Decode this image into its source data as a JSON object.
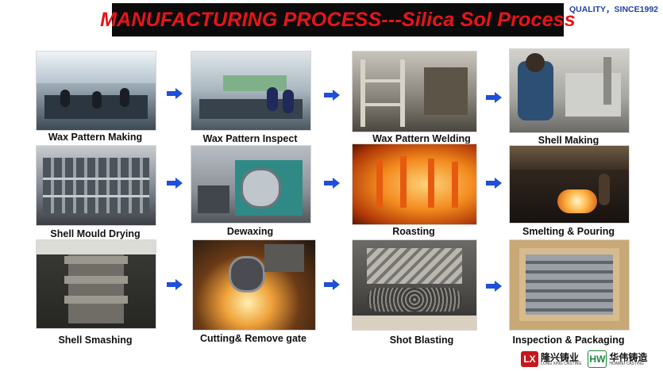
{
  "header": {
    "title": "MANUFACTURING PROCESS---Silica Sol Process",
    "quality": "QUALITY，SINCE1992"
  },
  "colors": {
    "banner_bg": "#0b0b0b",
    "title": "#e8141a",
    "quality": "#1f3fa8",
    "arrow": "#1f4fd8"
  },
  "steps": [
    {
      "label": "Wax Pattern Making",
      "image": "wax-pattern-making-photo"
    },
    {
      "label": "Wax Pattern Inspect",
      "image": "wax-pattern-inspect-photo"
    },
    {
      "label": "Wax Pattern Welding",
      "image": "wax-pattern-welding-photo"
    },
    {
      "label": "Shell Making",
      "image": "shell-making-photo"
    },
    {
      "label": "Shell Mould Drying",
      "image": "shell-mould-drying-photo"
    },
    {
      "label": "Dewaxing",
      "image": "dewaxing-photo"
    },
    {
      "label": "Roasting",
      "image": "roasting-photo"
    },
    {
      "label": "Smelting & Pouring",
      "image": "smelting-pouring-photo"
    },
    {
      "label": "Shell Smashing",
      "image": "shell-smashing-photo"
    },
    {
      "label": "Cutting& Remove gate",
      "image": "cutting-remove-gate-photo"
    },
    {
      "label": "Shot Blasting",
      "image": "shot-blasting-photo"
    },
    {
      "label": "Inspection & Packaging",
      "image": "inspection-packaging-photo"
    }
  ],
  "logos": [
    {
      "mark": "LX",
      "name": "隆兴铸业",
      "sub": "LONG XING CASTING"
    },
    {
      "mark": "HW",
      "name": "华伟铸造",
      "sub": "HUAWEI CASTING"
    }
  ]
}
